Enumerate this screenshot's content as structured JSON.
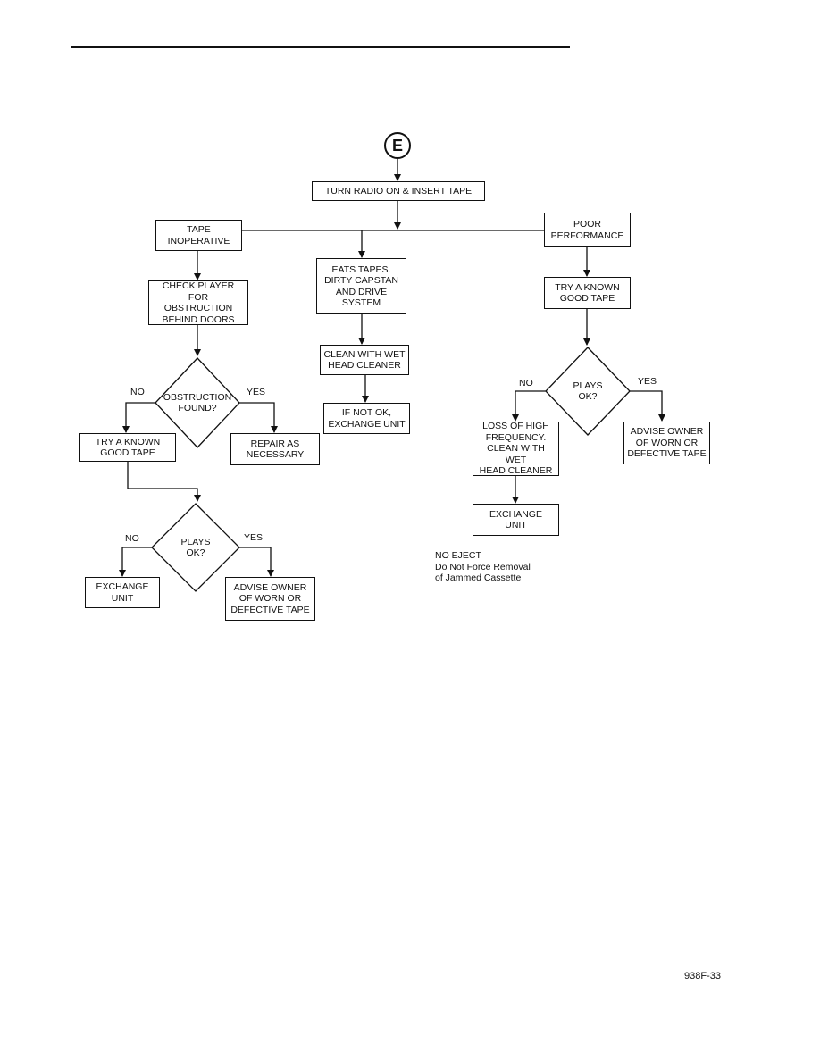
{
  "connector": {
    "label": "E"
  },
  "boxes": {
    "start": "TURN RADIO ON & INSERT TAPE",
    "tape_inoperative": "TAPE\nINOPERATIVE",
    "poor_performance": "POOR\nPERFORMANCE",
    "eats_tapes": "EATS TAPES.\nDIRTY CAPSTAN\nAND DRIVE\nSYSTEM",
    "check_player": "CHECK PLAYER FOR\nOBSTRUCTION\nBEHIND DOORS",
    "clean_wet_1": "CLEAN WITH WET\nHEAD CLEANER",
    "if_not_ok": "IF NOT OK,\nEXCHANGE UNIT",
    "try_known_right": "TRY A KNOWN\nGOOD TAPE",
    "try_known_left": "TRY A KNOWN\nGOOD TAPE",
    "repair": "REPAIR AS\nNECESSARY",
    "loss_high": "LOSS OF HIGH\nFREQUENCY.\nCLEAN WITH WET\nHEAD CLEANER",
    "advise_right": "ADVISE OWNER\nOF WORN OR\nDEFECTIVE TAPE",
    "exchange_right": "EXCHANGE\nUNIT",
    "exchange_left": "EXCHANGE\nUNIT",
    "advise_left": "ADVISE OWNER\nOF WORN OR\nDEFECTIVE TAPE"
  },
  "decisions": {
    "obstruction_found": "OBSTRUCTION\nFOUND?",
    "plays_ok_right": "PLAYS\nOK?",
    "plays_ok_left": "PLAYS\nOK?"
  },
  "edge_labels": {
    "obstruction_no": "NO",
    "obstruction_yes": "YES",
    "plays_right_no": "NO",
    "plays_right_yes": "YES",
    "plays_left_no": "NO",
    "plays_left_yes": "YES"
  },
  "note": {
    "line1": "NO EJECT",
    "line2": "Do Not Force Removal",
    "line3": "of Jammed Cassette"
  },
  "figure_id": "938F-33"
}
